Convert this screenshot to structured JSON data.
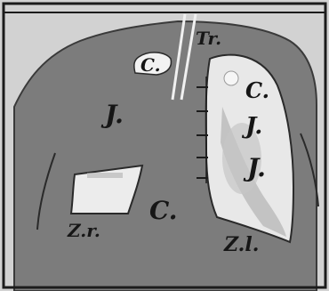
{
  "labels": {
    "trachea": "Tr.",
    "cavity_upper_left": "C.",
    "cavity_right_lung": "C.",
    "infiltrate_left_chest": "J.",
    "infiltrate_right_lung_upper": "J.",
    "infiltrate_right_lung_lower": "J.",
    "cavity_lower_center": "C.",
    "zone_lower_left": "Z.r.",
    "zone_lower_right": "Z.l."
  },
  "colors": {
    "background": "#d2d2d2",
    "frame": "#1c1c1c",
    "torso": "#7c7c7c",
    "clear_area": "#ececec",
    "ink": "#161616"
  }
}
